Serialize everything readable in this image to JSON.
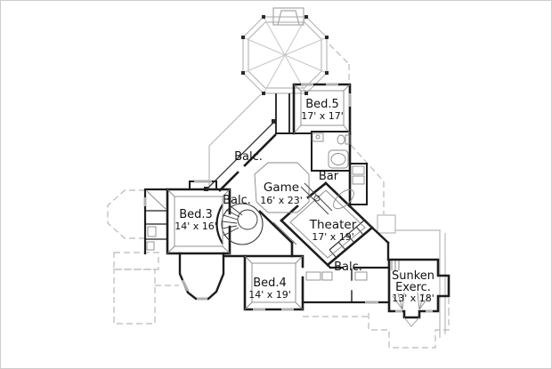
{
  "plan": {
    "type": "floor-plan-second-story",
    "colors": {
      "background": "#ffffff",
      "wall": "#1d1d1d",
      "thin_detail": "#777777",
      "roof_outline": "#b9b9b9",
      "text": "#111111"
    },
    "rooms": {
      "bed5": {
        "name": "Bed.5",
        "dims": "17' x 17'"
      },
      "bed3": {
        "name": "Bed.3",
        "dims": "14' x 16'"
      },
      "bed4": {
        "name": "Bed.4",
        "dims": "14' x 19'"
      },
      "game": {
        "name": "Game",
        "dims": "16' x 23'"
      },
      "theater": {
        "name": "Theater",
        "dims": "17' x 19'"
      },
      "sunken": {
        "name": "Sunken",
        "name2": "Exerc.",
        "dims": "13' x 18'"
      },
      "bar": {
        "name": "Bar"
      },
      "balc_top": {
        "name": "Balc."
      },
      "balc_left": {
        "name": "Balc."
      },
      "balc_bottom": {
        "name": "Balc."
      }
    }
  }
}
